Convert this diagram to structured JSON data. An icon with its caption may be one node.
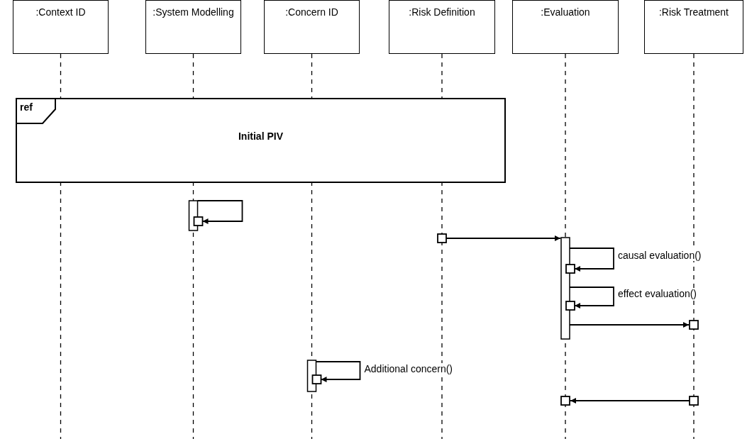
{
  "diagram": {
    "nodes": [
      {
        "text": [
          ":Context ID"
        ]
      },
      {
        "text": [
          ":System Modelling"
        ]
      },
      {
        "text": [
          ":Concern ID"
        ]
      },
      {
        "text": [
          ":Risk Definition"
        ]
      },
      {
        "text": [
          ":Evaluation"
        ]
      },
      {
        "text": [
          ":Risk Treatment"
        ]
      },
      {
        "text": [
          "ref",
          "Initial PIV"
        ]
      },
      {
        "text": [],
        "shape": "bar",
        "in": 1
      },
      {
        "text": [],
        "shape": "bar",
        "in": 4
      },
      {
        "text": [],
        "shape": "bar",
        "in": 2
      }
    ],
    "edges": [
      {
        "from": 7,
        "to": 7,
        "arrow": "to"
      },
      {
        "from": 3,
        "to": 8,
        "arrow": "to"
      },
      {
        "from": 8,
        "to": 8,
        "arrow": "to",
        "label": "causal evaluation()"
      },
      {
        "from": 8,
        "to": 8,
        "arrow": "to",
        "label": "effect evaluation()"
      },
      {
        "from": 8,
        "to": 5,
        "arrow": "to"
      },
      {
        "from": 9,
        "to": 9,
        "arrow": "to",
        "label": "Additional concern()"
      },
      {
        "from": 5,
        "to": 4,
        "arrow": "to"
      }
    ]
  }
}
